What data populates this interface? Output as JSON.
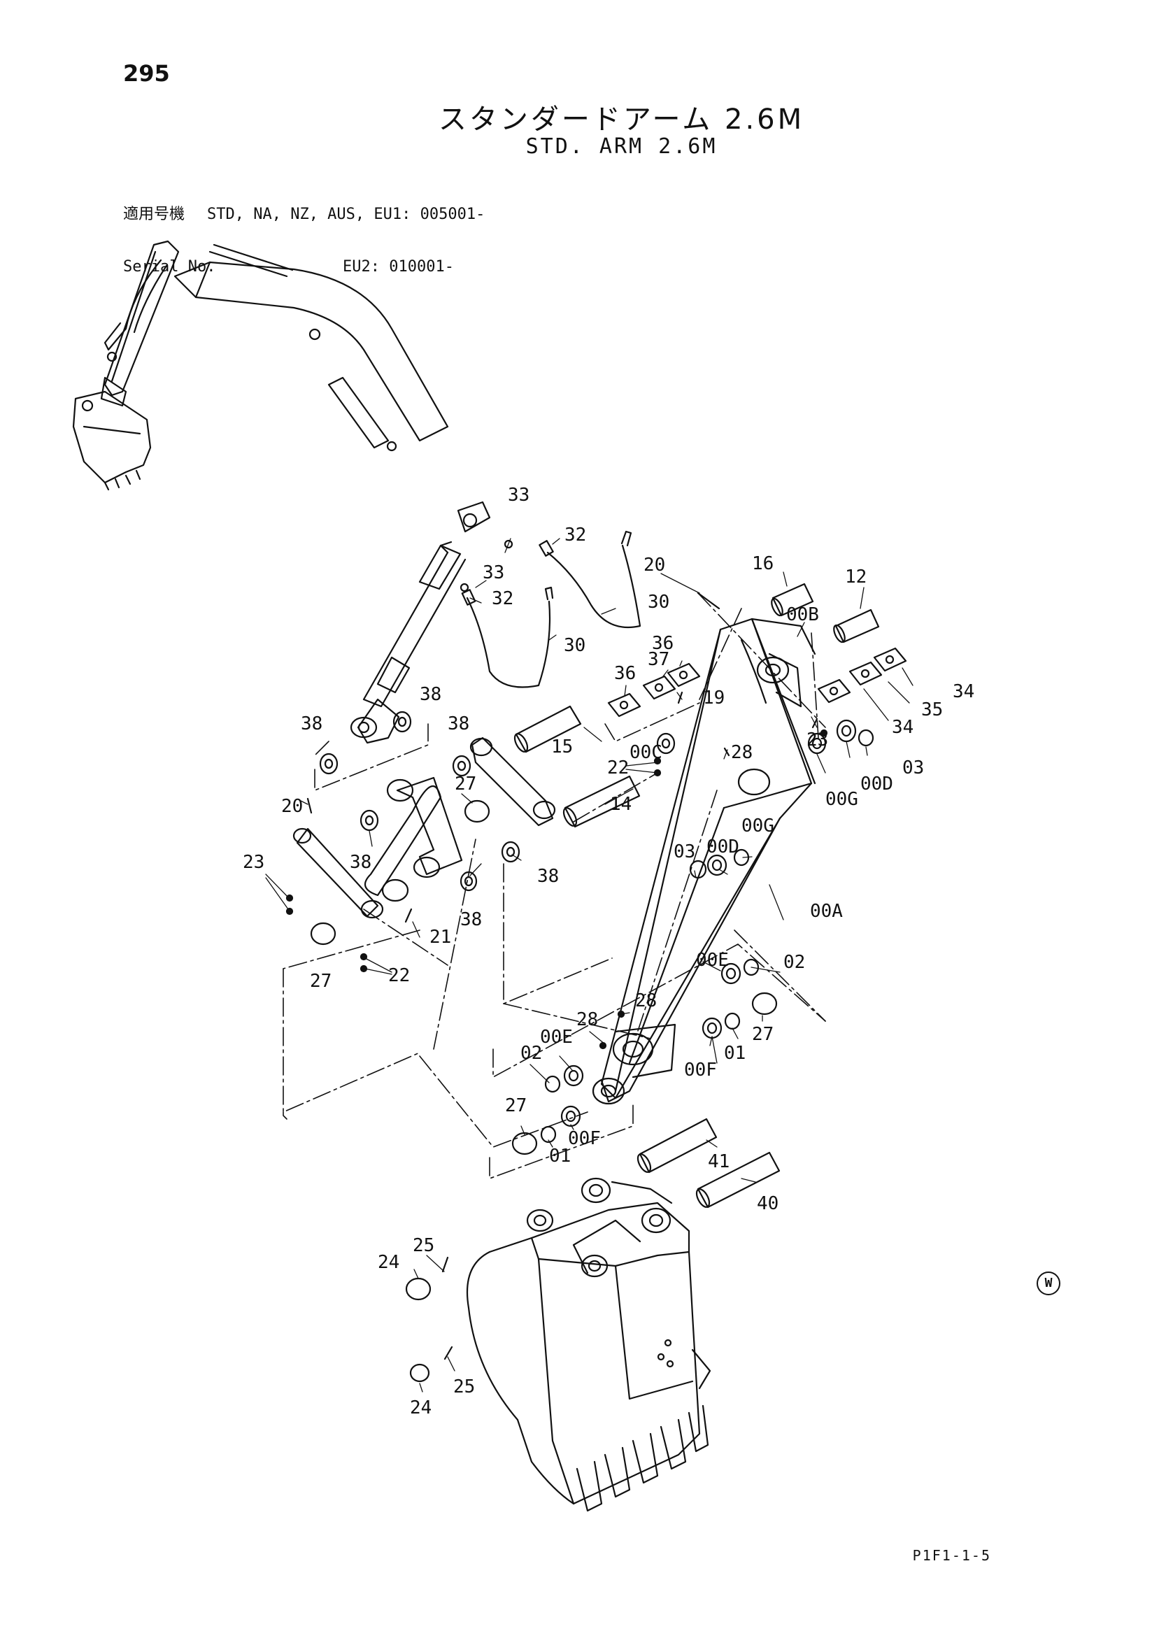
{
  "page_number": "295",
  "title_jp": "スタンダードアーム 2.6M",
  "title_en": "STD. ARM 2.6M",
  "serial": {
    "label_jp": "適用号機",
    "label_en": "Serial No.",
    "line1": "STD, NA, NZ, AUS, EU1: 005001-",
    "line2": "EU2: 010001-"
  },
  "part_numbers": {
    "p33a": "33",
    "p32a": "32",
    "p33b": "33",
    "p32b": "32",
    "p30a": "30",
    "p30b": "30",
    "p20a": "20",
    "p16": "16",
    "p12": "12",
    "p00B": "00B",
    "p36a": "36",
    "p37": "37",
    "p36b": "36",
    "p19": "19",
    "p34a": "34",
    "p35": "35",
    "p34b": "34",
    "p38a": "38",
    "p38b": "38",
    "p38c": "38",
    "p15": "15",
    "p00C": "00C",
    "p22a": "22",
    "p23a": "23",
    "p03a": "03",
    "p00Da": "00D",
    "p00Ga": "00G",
    "p28a": "28",
    "p27a": "27",
    "p14": "14",
    "p00Gb": "00G",
    "p00Db": "00D",
    "p03b": "03",
    "p20b": "20",
    "p38d": "38",
    "p38e": "38",
    "p23b": "23",
    "p38f": "38",
    "p00A": "00A",
    "p21": "21",
    "p27b": "27",
    "p22b": "22",
    "p00Ea": "00E",
    "p02a": "02",
    "p28b": "28",
    "p27c": "27",
    "p28c": "28",
    "p00Eb": "00E",
    "p02b": "02",
    "p01a": "01",
    "p00Fa": "00F",
    "p27d": "27",
    "p01b": "01",
    "p00Fb": "00F",
    "p41": "41",
    "p40": "40",
    "p25a": "25",
    "p24a": "24",
    "p25b": "25",
    "p24b": "24"
  },
  "watermark": "W",
  "drawing_code": "P1F1-1-5"
}
